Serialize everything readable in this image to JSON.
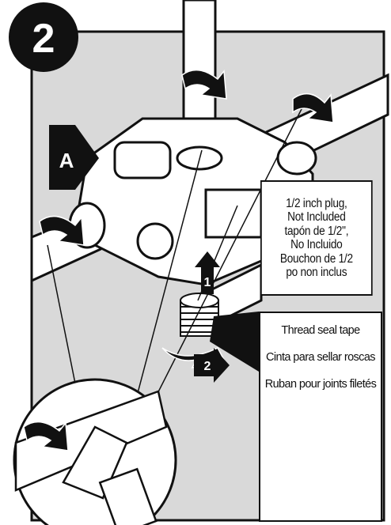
{
  "step": {
    "number": "2"
  },
  "marker": {
    "letter": "A"
  },
  "arrows": {
    "one": "1",
    "two": "2"
  },
  "plug_callout": {
    "lines": [
      "1/2 inch plug,",
      "Not Included",
      "tapón de 1/2\",",
      "No Incluido",
      "Bouchon de 1/2",
      "po non inclus"
    ]
  },
  "tape_callout": {
    "english": "Thread seal tape",
    "spanish": "Cinta para sellar roscas",
    "french": "Ruban pour joints filetés"
  },
  "colors": {
    "background_panel": "#d9d9d9",
    "ink": "#111111",
    "white": "#ffffff"
  }
}
